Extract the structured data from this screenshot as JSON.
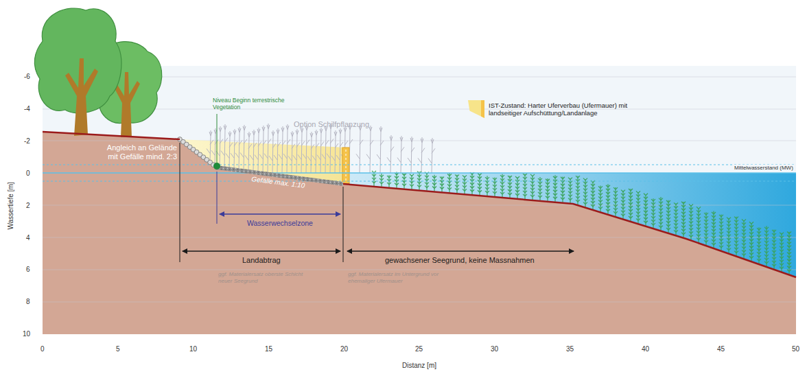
{
  "diagram": {
    "labels": [
      "Niveau Beginn terrestrische Vegetation",
      "Option Schilfpflanzung",
      "Angleich an Gelände mit Gefälle mind. 2:3",
      "Gefälle max. 1:10",
      "Wasserwechselzone",
      "Landabtrag",
      "ggf. Materialersatz oberste Schicht neuer Seegrund",
      "gewachsener Seegrund, keine Massnahmen",
      "ggf. Materialersatz im Untergrund vor ehemaliger Ufermauer",
      "Mittelwasserstand (MW)",
      "Wassertiefe [m]",
      "Distanz [m]",
      "-6",
      "-4",
      "-2",
      "0",
      "2",
      "4",
      "6",
      "8",
      "10",
      "0",
      "5",
      "10",
      "15",
      "20",
      "25",
      "30",
      "35",
      "40",
      "45",
      "50"
    ],
    "legend": [
      {
        "text": "IST-Zustand: Harter Uferverbau (Ufermauer) mit landseitiger Aufschüttung/Landanlage",
        "color": "#f7e48a"
      }
    ]
  }
}
